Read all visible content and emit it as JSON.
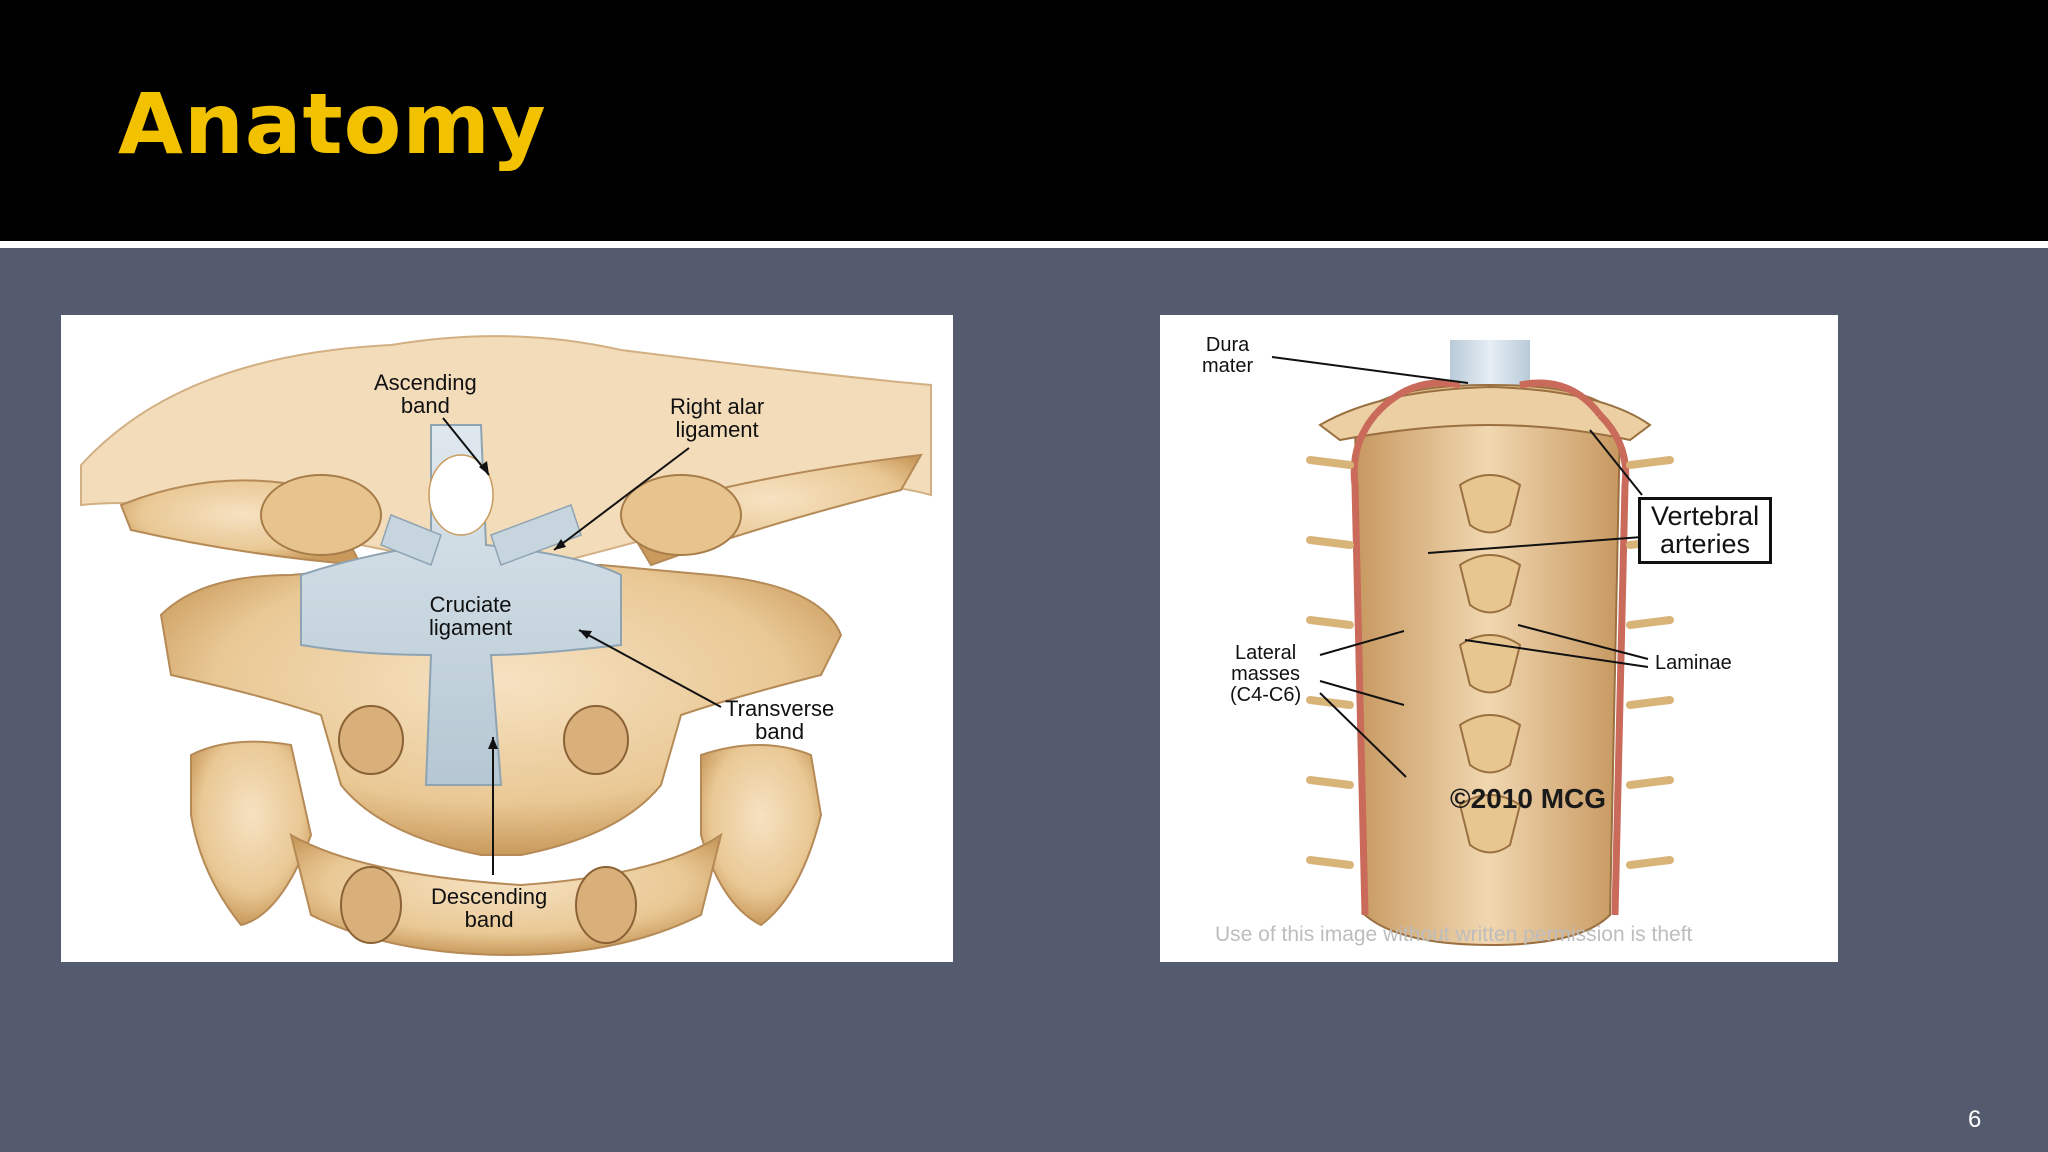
{
  "slide": {
    "title": "Anatomy",
    "page_number": "6"
  },
  "left_figure": {
    "labels": {
      "ascending_band": [
        "Ascending",
        "band"
      ],
      "right_alar": [
        "Right alar",
        "ligament"
      ],
      "cruciate": [
        "Cruciate",
        "ligament"
      ],
      "transverse": [
        "Transverse",
        "band"
      ],
      "descending": [
        "Descending",
        "band"
      ]
    }
  },
  "right_figure": {
    "labels": {
      "dura": [
        "Dura",
        "mater"
      ],
      "vertebral": [
        "Vertebral",
        "arteries"
      ],
      "lateral": [
        "Lateral",
        "masses",
        "(C4-C6)"
      ],
      "laminae": "Laminae"
    },
    "copyright": "©2010 MCG",
    "watermark": "Use of this image without written permission is theft"
  }
}
